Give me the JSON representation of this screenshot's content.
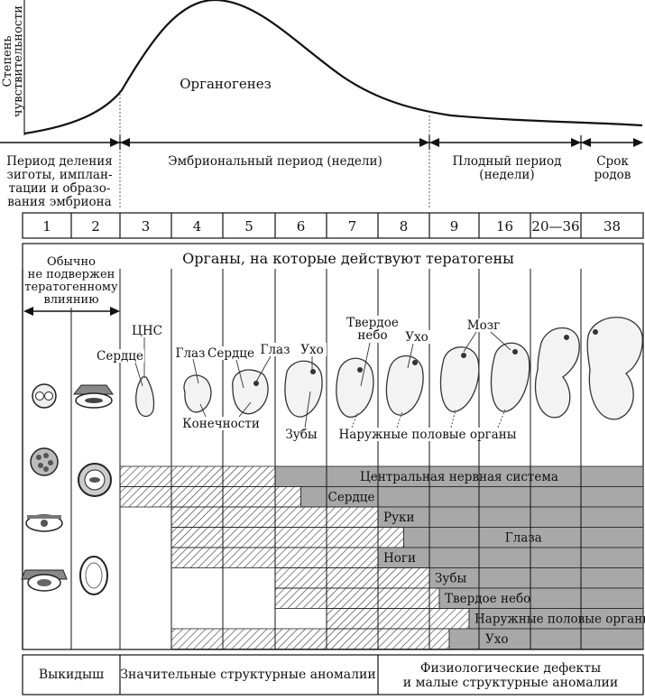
{
  "curve": {
    "y_axis_label_line1": "Степень",
    "y_axis_label_line2": "чувствительности",
    "peak_label": "Органогенез"
  },
  "periods": {
    "cleavage_line1": "Период деления",
    "cleavage_line2": "зиготы, имплан-",
    "cleavage_line3": "тации и образо-",
    "cleavage_line4": "вания эмбриона",
    "embryonic": "Эмбриональный период (недели)",
    "fetal_line1": "Плодный период",
    "fetal_line2": "(недели)",
    "term_line1": "Срок",
    "term_line2": "родов"
  },
  "weeks": [
    "1",
    "2",
    "3",
    "4",
    "5",
    "6",
    "7",
    "8",
    "9",
    "16",
    "20—36",
    "38"
  ],
  "main": {
    "organs_header": "Органы, на которые действуют тератогены",
    "not_susceptible_line1": "Обычно",
    "not_susceptible_line2": "не подвержен",
    "not_susceptible_line3": "тератогенному",
    "not_susceptible_line4": "влиянию"
  },
  "embryo_labels": {
    "cns": "ЦНС",
    "heart_w3": "Сердце",
    "eye_w4": "Глаз",
    "heart_w5": "Сердце",
    "eye_w5": "Глаз",
    "ear_w6": "Ухо",
    "limbs": "Конечности",
    "teeth": "Зубы",
    "palate_line1": "Твердое",
    "palate_line2": "небо",
    "ear_w8": "Ухо",
    "brain": "Мозг",
    "external_genitalia": "Наружные половые органы"
  },
  "bars": [
    {
      "label": "Центральная нервная система",
      "hatch_from_week": 3,
      "solid_from_week": 6
    },
    {
      "label": "Сердце",
      "hatch_from_week": 3,
      "solid_from_week": 6.5
    },
    {
      "label": "Руки",
      "hatch_from_week": 4,
      "solid_from_week": 8
    },
    {
      "label": "Глаза",
      "hatch_from_week": 4,
      "solid_from_week": 8.5
    },
    {
      "label": "Ноги",
      "hatch_from_week": 4,
      "solid_from_week": 8
    },
    {
      "label": "Зубы",
      "hatch_from_week": 6,
      "solid_from_week": 9
    },
    {
      "label": "Твердое небо",
      "hatch_from_week": 6,
      "solid_from_week": 9.2
    },
    {
      "label": "Наружные половые органы",
      "hatch_from_week": 7,
      "solid_from_week": 9.8
    },
    {
      "label": "Ухо",
      "hatch_from_week": 4,
      "solid_from_week": 9.4
    }
  ],
  "outcomes": {
    "miscarriage": "Выкидыш",
    "major_anomalies": "Значительные структурные аномалии",
    "minor_line1": "Физиологические дефекты",
    "minor_line2": "и малые структурные аномалии"
  }
}
